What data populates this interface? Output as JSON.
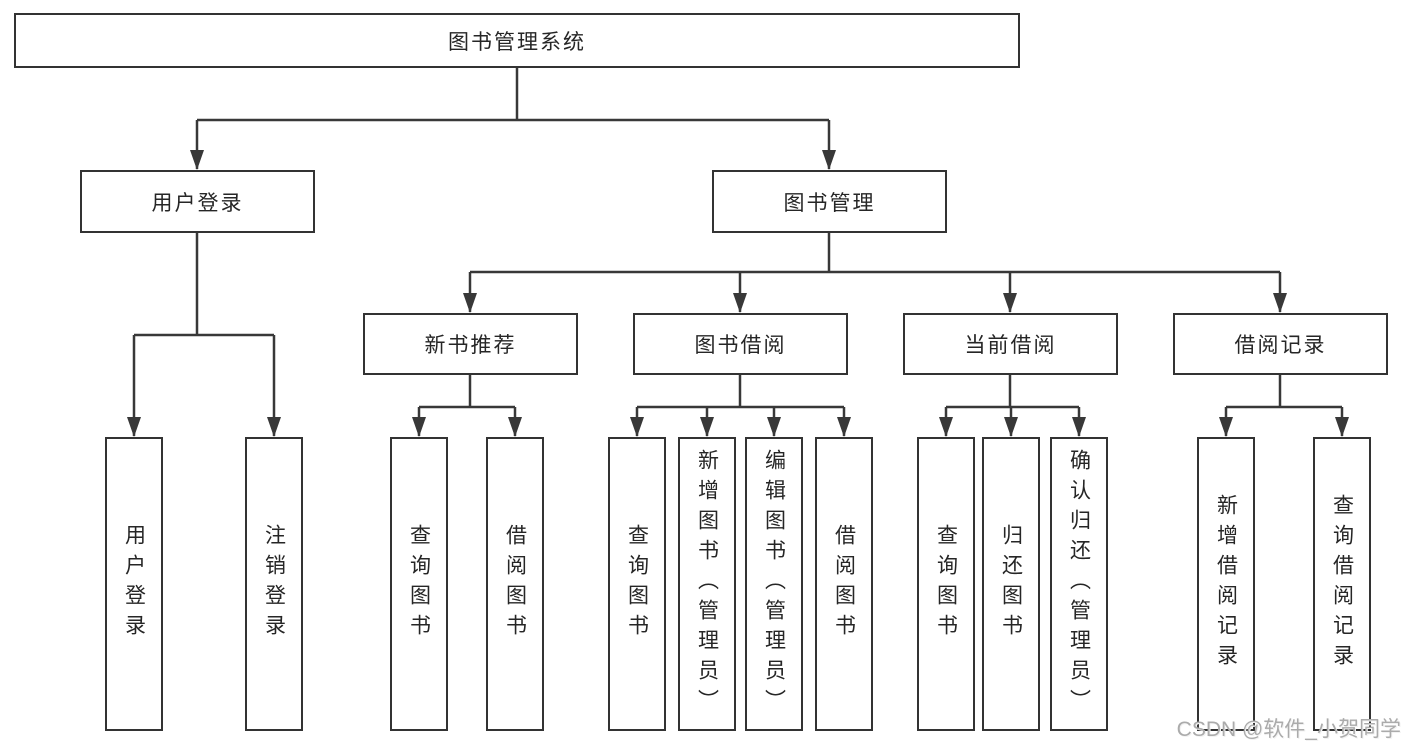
{
  "diagram": {
    "root": {
      "label": "图书管理系统"
    },
    "branches": [
      {
        "label": "用户登录",
        "children": [
          "用户登录",
          "注销登录"
        ]
      },
      {
        "label": "图书管理",
        "groups": [
          {
            "label": "新书推荐",
            "children": [
              "查询图书",
              "借阅图书"
            ]
          },
          {
            "label": "图书借阅",
            "children": [
              "查询图书",
              "新增图书（管理员）",
              "编辑图书（管理员）",
              "借阅图书"
            ]
          },
          {
            "label": "当前借阅",
            "children": [
              "查询图书",
              "归还图书",
              "确认归还（管理员）"
            ]
          },
          {
            "label": "借阅记录",
            "children": [
              "新增借阅记录",
              "查询借阅记录"
            ]
          }
        ]
      }
    ],
    "watermark": "CSDN @软件_小贺同学",
    "colors": {
      "line": "#383838",
      "border": "#333333",
      "text": "#262626",
      "watermark": "#ababab",
      "background": "#ffffff"
    }
  }
}
